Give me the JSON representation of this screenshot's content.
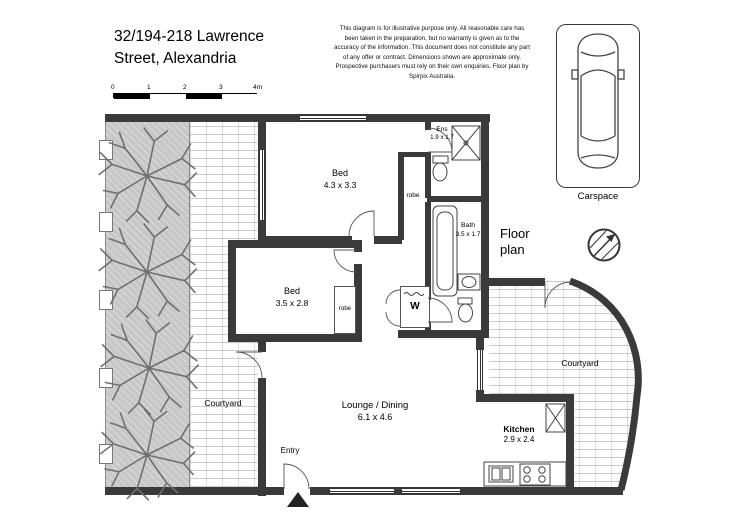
{
  "header": {
    "title_line1": "32/194-218 Lawrence",
    "title_line2": "Street, Alexandria",
    "disclaimer": "This diagram is for illustrative purpose only. All reasonable care has been taken in the preparation, but no warranty is given as to the accuracy of the information. This document does not constitute any part of any offer or contract. Dimensions shown are approximate only. Prospective purchasers must rely on their own enquiries. Floor plan by Spirpix Australia.",
    "floor_plan_line1": "Floor",
    "floor_plan_line2": "plan",
    "carspace_label": "Carspace"
  },
  "scale_bar": {
    "ticks": [
      "0",
      "1",
      "2",
      "3"
    ],
    "end_label": "4m"
  },
  "rooms": {
    "bed1": {
      "name": "Bed",
      "dims": "4.3 x 3.3"
    },
    "bed2": {
      "name": "Bed",
      "dims": "3.5 x 2.8"
    },
    "ens": {
      "name": "Ens",
      "dims": "1.9 x 1.7"
    },
    "bath": {
      "name": "Bath",
      "dims": "3.5 x 1.7"
    },
    "lounge": {
      "name": "Lounge / Dining",
      "dims": "6.1 x 4.6"
    },
    "kitchen": {
      "name": "Kitchen",
      "dims": "2.9 x 2.4"
    },
    "courtyard_left": {
      "name": "Courtyard"
    },
    "courtyard_right": {
      "name": "Courtyard"
    },
    "entry": {
      "name": "Entry"
    },
    "robe1": {
      "name": "robe"
    },
    "robe2": {
      "name": "robe"
    },
    "laundry": {
      "name": "W"
    }
  },
  "colors": {
    "wall": "#3a3a3a",
    "garden": "#c7c7c7",
    "tree": "#6f6f6f"
  }
}
